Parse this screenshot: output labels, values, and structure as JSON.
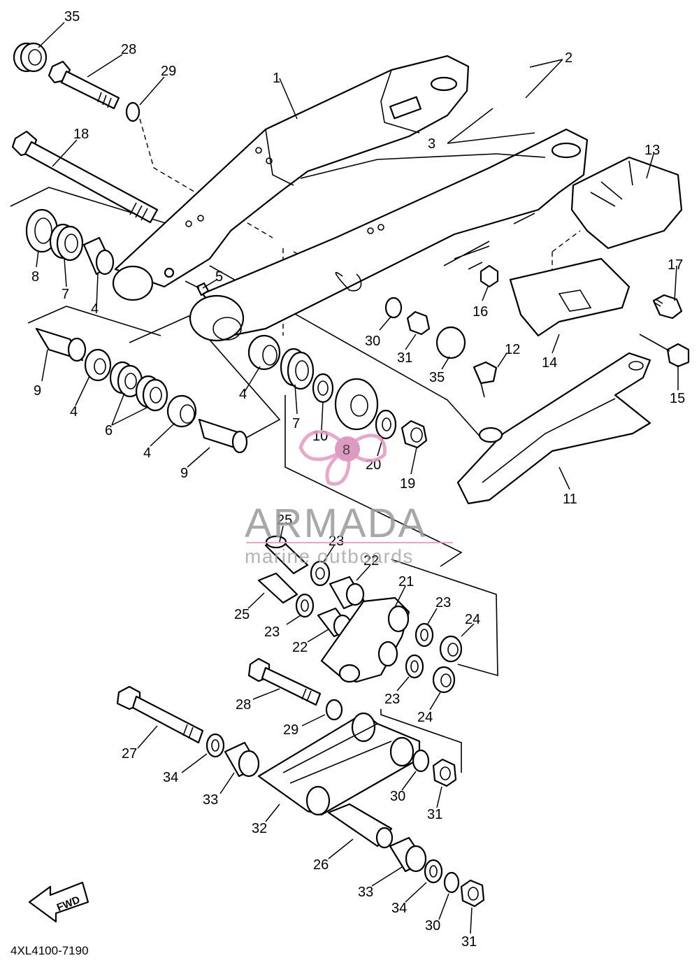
{
  "diagram": {
    "code": "4XL4100-7190",
    "fwd_label": "FWD",
    "watermark": {
      "brand": "ARMADA",
      "tagline": "marine outboards",
      "badge_number": "8"
    },
    "callouts": {
      "c35a": "35",
      "c28a": "28",
      "c29a": "29",
      "c1": "1",
      "c2": "2",
      "c3": "3",
      "c18": "18",
      "c13": "13",
      "c8a": "8",
      "c7a": "7",
      "c4a": "4",
      "c5": "5",
      "c17": "17",
      "c16": "16",
      "c30a": "30",
      "c31a": "31",
      "c35b": "35",
      "c14": "14",
      "c12": "12",
      "c15": "15",
      "c9a": "9",
      "c4b": "4",
      "c6": "6",
      "c4c": "4",
      "c9b": "9",
      "c4d": "4",
      "c7b": "7",
      "c10": "10",
      "c20": "20",
      "c19": "19",
      "c11": "11",
      "c25a": "25",
      "c23a": "23",
      "c22a": "22",
      "c21": "21",
      "c25b": "25",
      "c23b": "23",
      "c22b": "22",
      "c23c": "23",
      "c24a": "24",
      "c23d": "23",
      "c24b": "24",
      "c28b": "28",
      "c29b": "29",
      "c27": "27",
      "c34a": "34",
      "c33a": "33",
      "c32": "32",
      "c30b": "30",
      "c31b": "31",
      "c26": "26",
      "c33b": "33",
      "c34b": "34",
      "c30c": "30",
      "c31c": "31"
    }
  }
}
